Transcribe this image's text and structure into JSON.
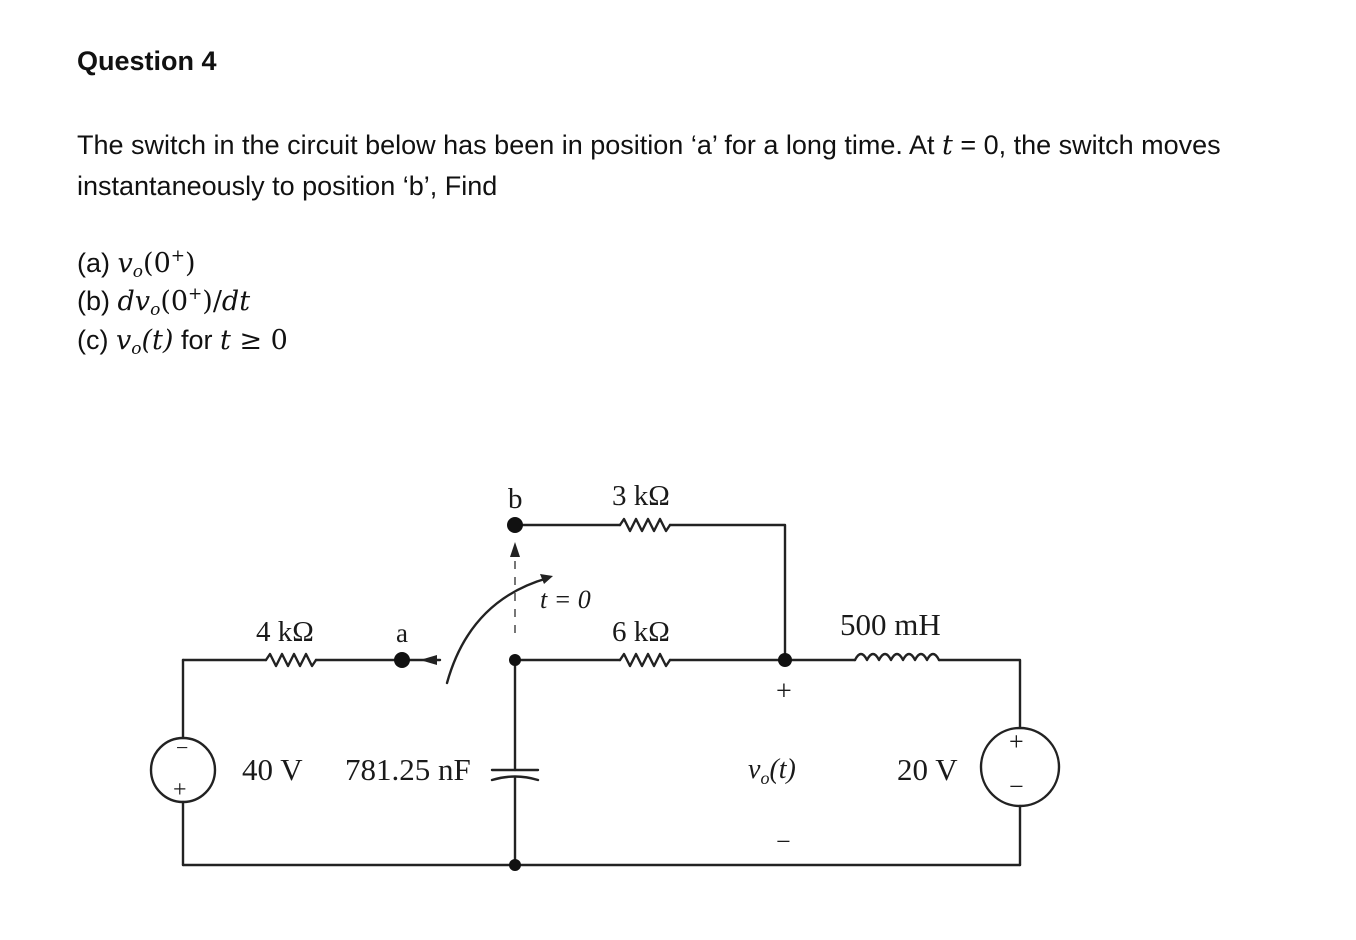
{
  "heading": "Question 4",
  "statement": {
    "before_t": "The switch in the circuit below has been in position ‘a’ for a long time. At ",
    "t_var": "t",
    "equation": " = 0, the switch moves instantaneously to position ‘b’, Find"
  },
  "parts": {
    "a": {
      "label": "(a)",
      "v": "v",
      "sub": "o",
      "arg_open": "(0",
      "sup": "+",
      "arg_close": ")"
    },
    "b": {
      "label": "(b)",
      "d": "dv",
      "sub": "o",
      "arg_open": "(0",
      "sup": "+",
      "arg_close": ")/",
      "dt": "dt"
    },
    "c": {
      "label": "(c)",
      "v": "v",
      "sub": "o",
      "arg": "(t)",
      "for_text": "for",
      "t_var": "t",
      "cond": " ≥ 0"
    }
  },
  "circuit": {
    "r_4k": "4 kΩ",
    "r_3k": "3 kΩ",
    "r_6k": "6 kΩ",
    "inductor": "500 mH",
    "source_left": "40 V",
    "capacitor": "781.25 nF",
    "source_right": "20 V",
    "node_a": "a",
    "node_b": "b",
    "switch_time": "t = 0",
    "vo_label": "v",
    "vo_sub": "o",
    "vo_arg": "(t)",
    "plus": "+",
    "minus": "−"
  }
}
